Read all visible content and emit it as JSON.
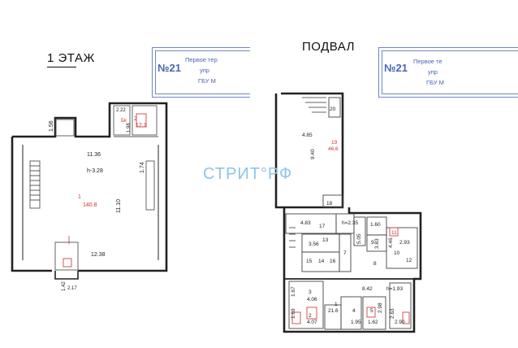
{
  "floor1": {
    "title": "1 ЭТАЖ",
    "stamp": {
      "number": "№21",
      "line1": "Первое тер",
      "line2": "упр",
      "line3": "ГБУ М"
    },
    "dims": {
      "d1136": "11.36",
      "d1238": "12.38",
      "h328": "h-3.28",
      "d1110": "11.10",
      "d174": "1.74",
      "d156": "1.56",
      "d222": "2.22",
      "d198": "1.98",
      "d142": "1.42",
      "d217": "2.17"
    },
    "rooms": {
      "r1_num": "1",
      "r1_area": "140.8",
      "r2_label": "2",
      "r2_area": "12.1",
      "r3_label": "Бk"
    }
  },
  "basement": {
    "title": "ПОДВАЛ",
    "stamp": {
      "number": "№21",
      "line1": "Первое те",
      "line2": "упр",
      "line3": "ГБУ М"
    },
    "labels": {
      "d485": "4.85",
      "d940": "9.40",
      "r19": "19",
      "a466": "46.6",
      "r20": "20",
      "r18": "18",
      "d483": "4.83",
      "r17": "17",
      "h235": "h=2.35",
      "r160": "1.60",
      "r11": "11",
      "r13": "13",
      "d356": "3.56",
      "d505": "5.05",
      "d383": "3.83",
      "d446": "4.46",
      "d293": "2.93",
      "r9": "9",
      "r10": "10",
      "r12": "12",
      "r15": "15",
      "r14": "14",
      "r16": "16",
      "r7": "7",
      "r8": "8",
      "d842": "8.42",
      "h193": "h=1.93",
      "d167": "1.67",
      "r3": "3",
      "d406": "4.06",
      "d169": "1.69",
      "r2": "2",
      "d407": "4.07",
      "r1": "1",
      "a216": "21.6",
      "r4": "4",
      "d195": "1.95",
      "r5": "5",
      "d162": "1.62",
      "d298": "2.98",
      "d263": "2.63",
      "d290": "2.90"
    }
  },
  "watermark": "СТРИТ°РФ"
}
